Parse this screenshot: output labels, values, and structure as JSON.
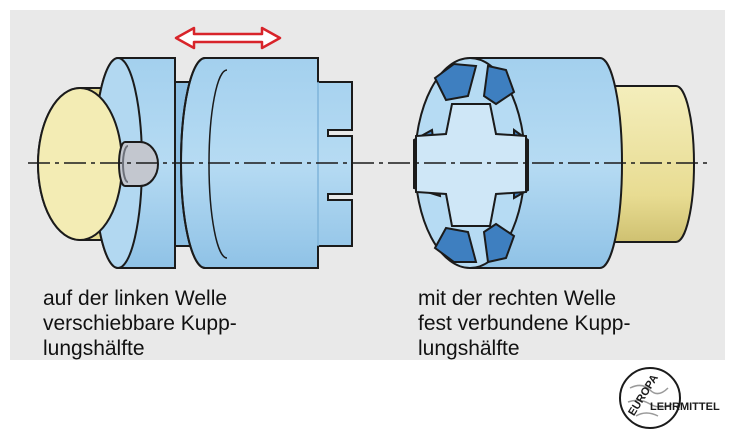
{
  "captions": {
    "left": {
      "lines": [
        "auf der linken Welle",
        "verschiebbare Kupp-",
        "lungshälfte"
      ]
    },
    "right": {
      "lines": [
        "mit der rechten Welle",
        "fest verbundene Kupp-",
        "lungshälfte"
      ]
    }
  },
  "logo": {
    "text_top": "EUROPA",
    "text_main": "LEHRMITTEL"
  },
  "colors": {
    "background_panel": "#e9e9e9",
    "shaft_yellow": "#efe9a7",
    "hub_blue": "#a7d3ef",
    "hub_blue_dark": "#3e7fc0",
    "arrow_red": "#d8242a",
    "outline": "#1b1b1b"
  }
}
